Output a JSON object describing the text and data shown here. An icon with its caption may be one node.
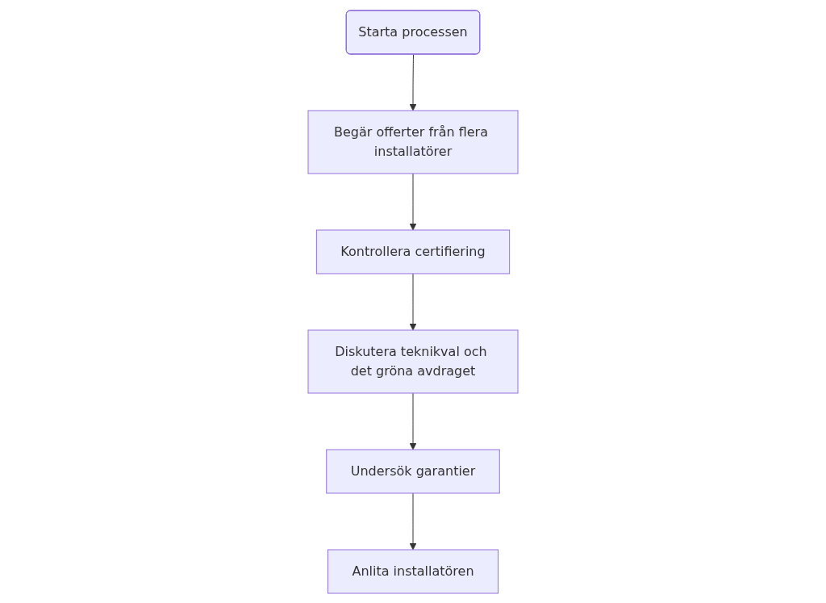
{
  "diagram": {
    "nodes": [
      {
        "text": [
          "Starta processen"
        ]
      },
      {
        "text": [
          "Begär offerter från flera installatörer"
        ]
      },
      {
        "text": [
          "Kontrollera certifiering"
        ]
      },
      {
        "text": [
          "Diskutera teknikval och det gröna avdraget"
        ]
      },
      {
        "text": [
          "Undersök garantier"
        ]
      },
      {
        "text": [
          "Anlita installatören"
        ]
      }
    ],
    "edges": [
      {
        "from": 0,
        "to": 1,
        "arrow": "to"
      },
      {
        "from": 1,
        "to": 2,
        "arrow": "to"
      },
      {
        "from": 2,
        "to": 3,
        "arrow": "to"
      },
      {
        "from": 3,
        "to": 4,
        "arrow": "to"
      },
      {
        "from": 4,
        "to": 5,
        "arrow": "to"
      }
    ]
  }
}
